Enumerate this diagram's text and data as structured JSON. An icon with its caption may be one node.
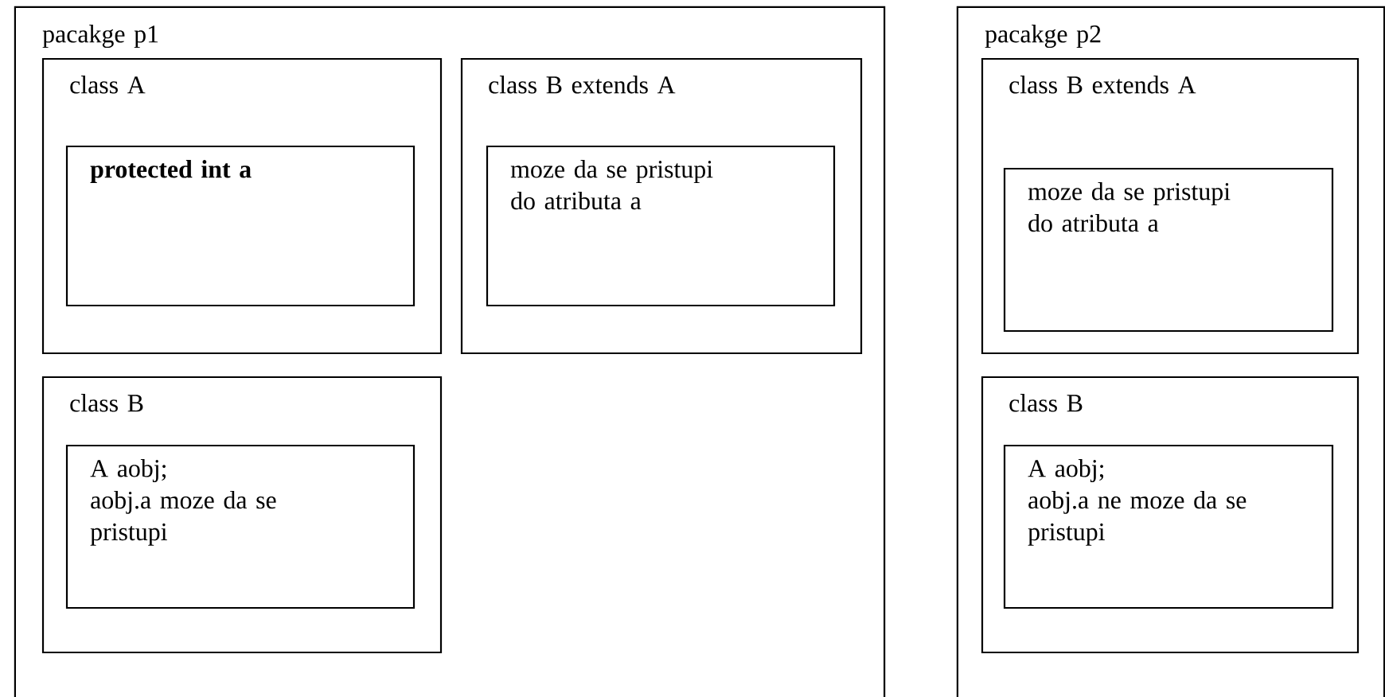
{
  "diagram": {
    "nodes": [
      {
        "text": [
          "pacakge p1"
        ]
      },
      {
        "text": [
          "class A"
        ],
        "in": 0
      },
      {
        "text": [
          "protected int a"
        ],
        "in": 1
      },
      {
        "text": [
          "class B extends A"
        ],
        "in": 0
      },
      {
        "text": [
          "moze da se pristupi do atributa a"
        ],
        "in": 3
      },
      {
        "text": [
          "class B"
        ],
        "in": 0
      },
      {
        "text": [
          "A aobj;",
          "aobj.a moze da se pristupi"
        ],
        "in": 5
      },
      {
        "text": [
          "pacakge p2"
        ]
      },
      {
        "text": [
          "class B extends A"
        ],
        "in": 7
      },
      {
        "text": [
          "moze da se pristupi do atributa a"
        ],
        "in": 8
      },
      {
        "text": [
          "class B"
        ],
        "in": 7
      },
      {
        "text": [
          "A aobj;",
          "aobj.a ne moze da se pristupi"
        ],
        "in": 10
      }
    ]
  }
}
